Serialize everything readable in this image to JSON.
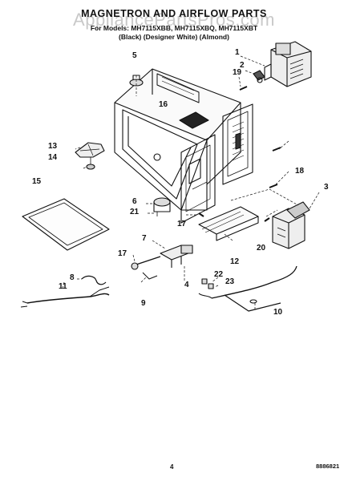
{
  "header": {
    "title": "MAGNETRON AND AIRFLOW PARTS",
    "watermark": "AppliancePartsPros.com",
    "models_line": "For Models: MH7115XBB, MH7115XBQ, MH7115XBT",
    "colors_line": "(Black)      (Designer White)      (Almond)"
  },
  "callouts": [
    "5",
    "1",
    "2",
    "19",
    "16",
    "13",
    "14",
    "18",
    "15",
    "3",
    "6",
    "21",
    "17",
    "7",
    "17",
    "12",
    "20",
    "8",
    "11",
    "4",
    "22",
    "23",
    "9",
    "10"
  ],
  "footer": {
    "page_number": "4",
    "doc_number": "8886821"
  }
}
